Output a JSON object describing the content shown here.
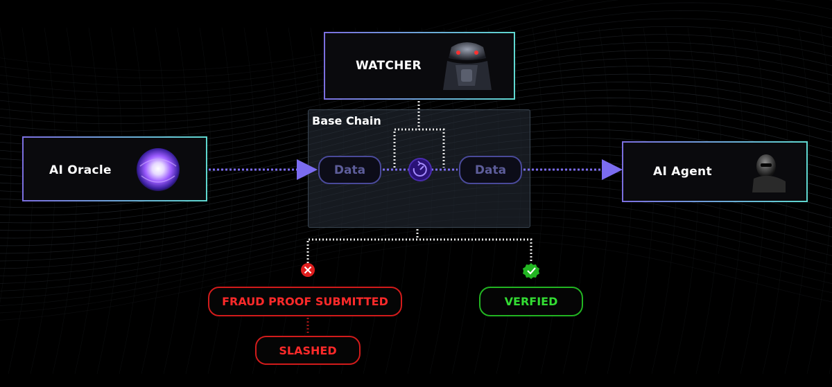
{
  "nodes": {
    "watcher": "WATCHER",
    "oracle": "AI Oracle",
    "agent": "AI Agent",
    "chain": "Base Chain",
    "data_in": "Data",
    "data_out": "Data"
  },
  "outcomes": {
    "fraud": "FRAUD PROOF SUBMITTED",
    "slashed": "SLASHED",
    "verified": "VERFIED"
  },
  "colors": {
    "arrow": "#7b6cf0",
    "fail": "#e01e1e",
    "success": "#22b522",
    "node_border_start": "#7b6fe0",
    "node_border_end": "#5fd8d0"
  },
  "icons": [
    "cpu-orb-icon",
    "robot-watcher-icon",
    "robot-agent-icon",
    "verify-timer-icon",
    "cross-icon",
    "check-icon"
  ]
}
